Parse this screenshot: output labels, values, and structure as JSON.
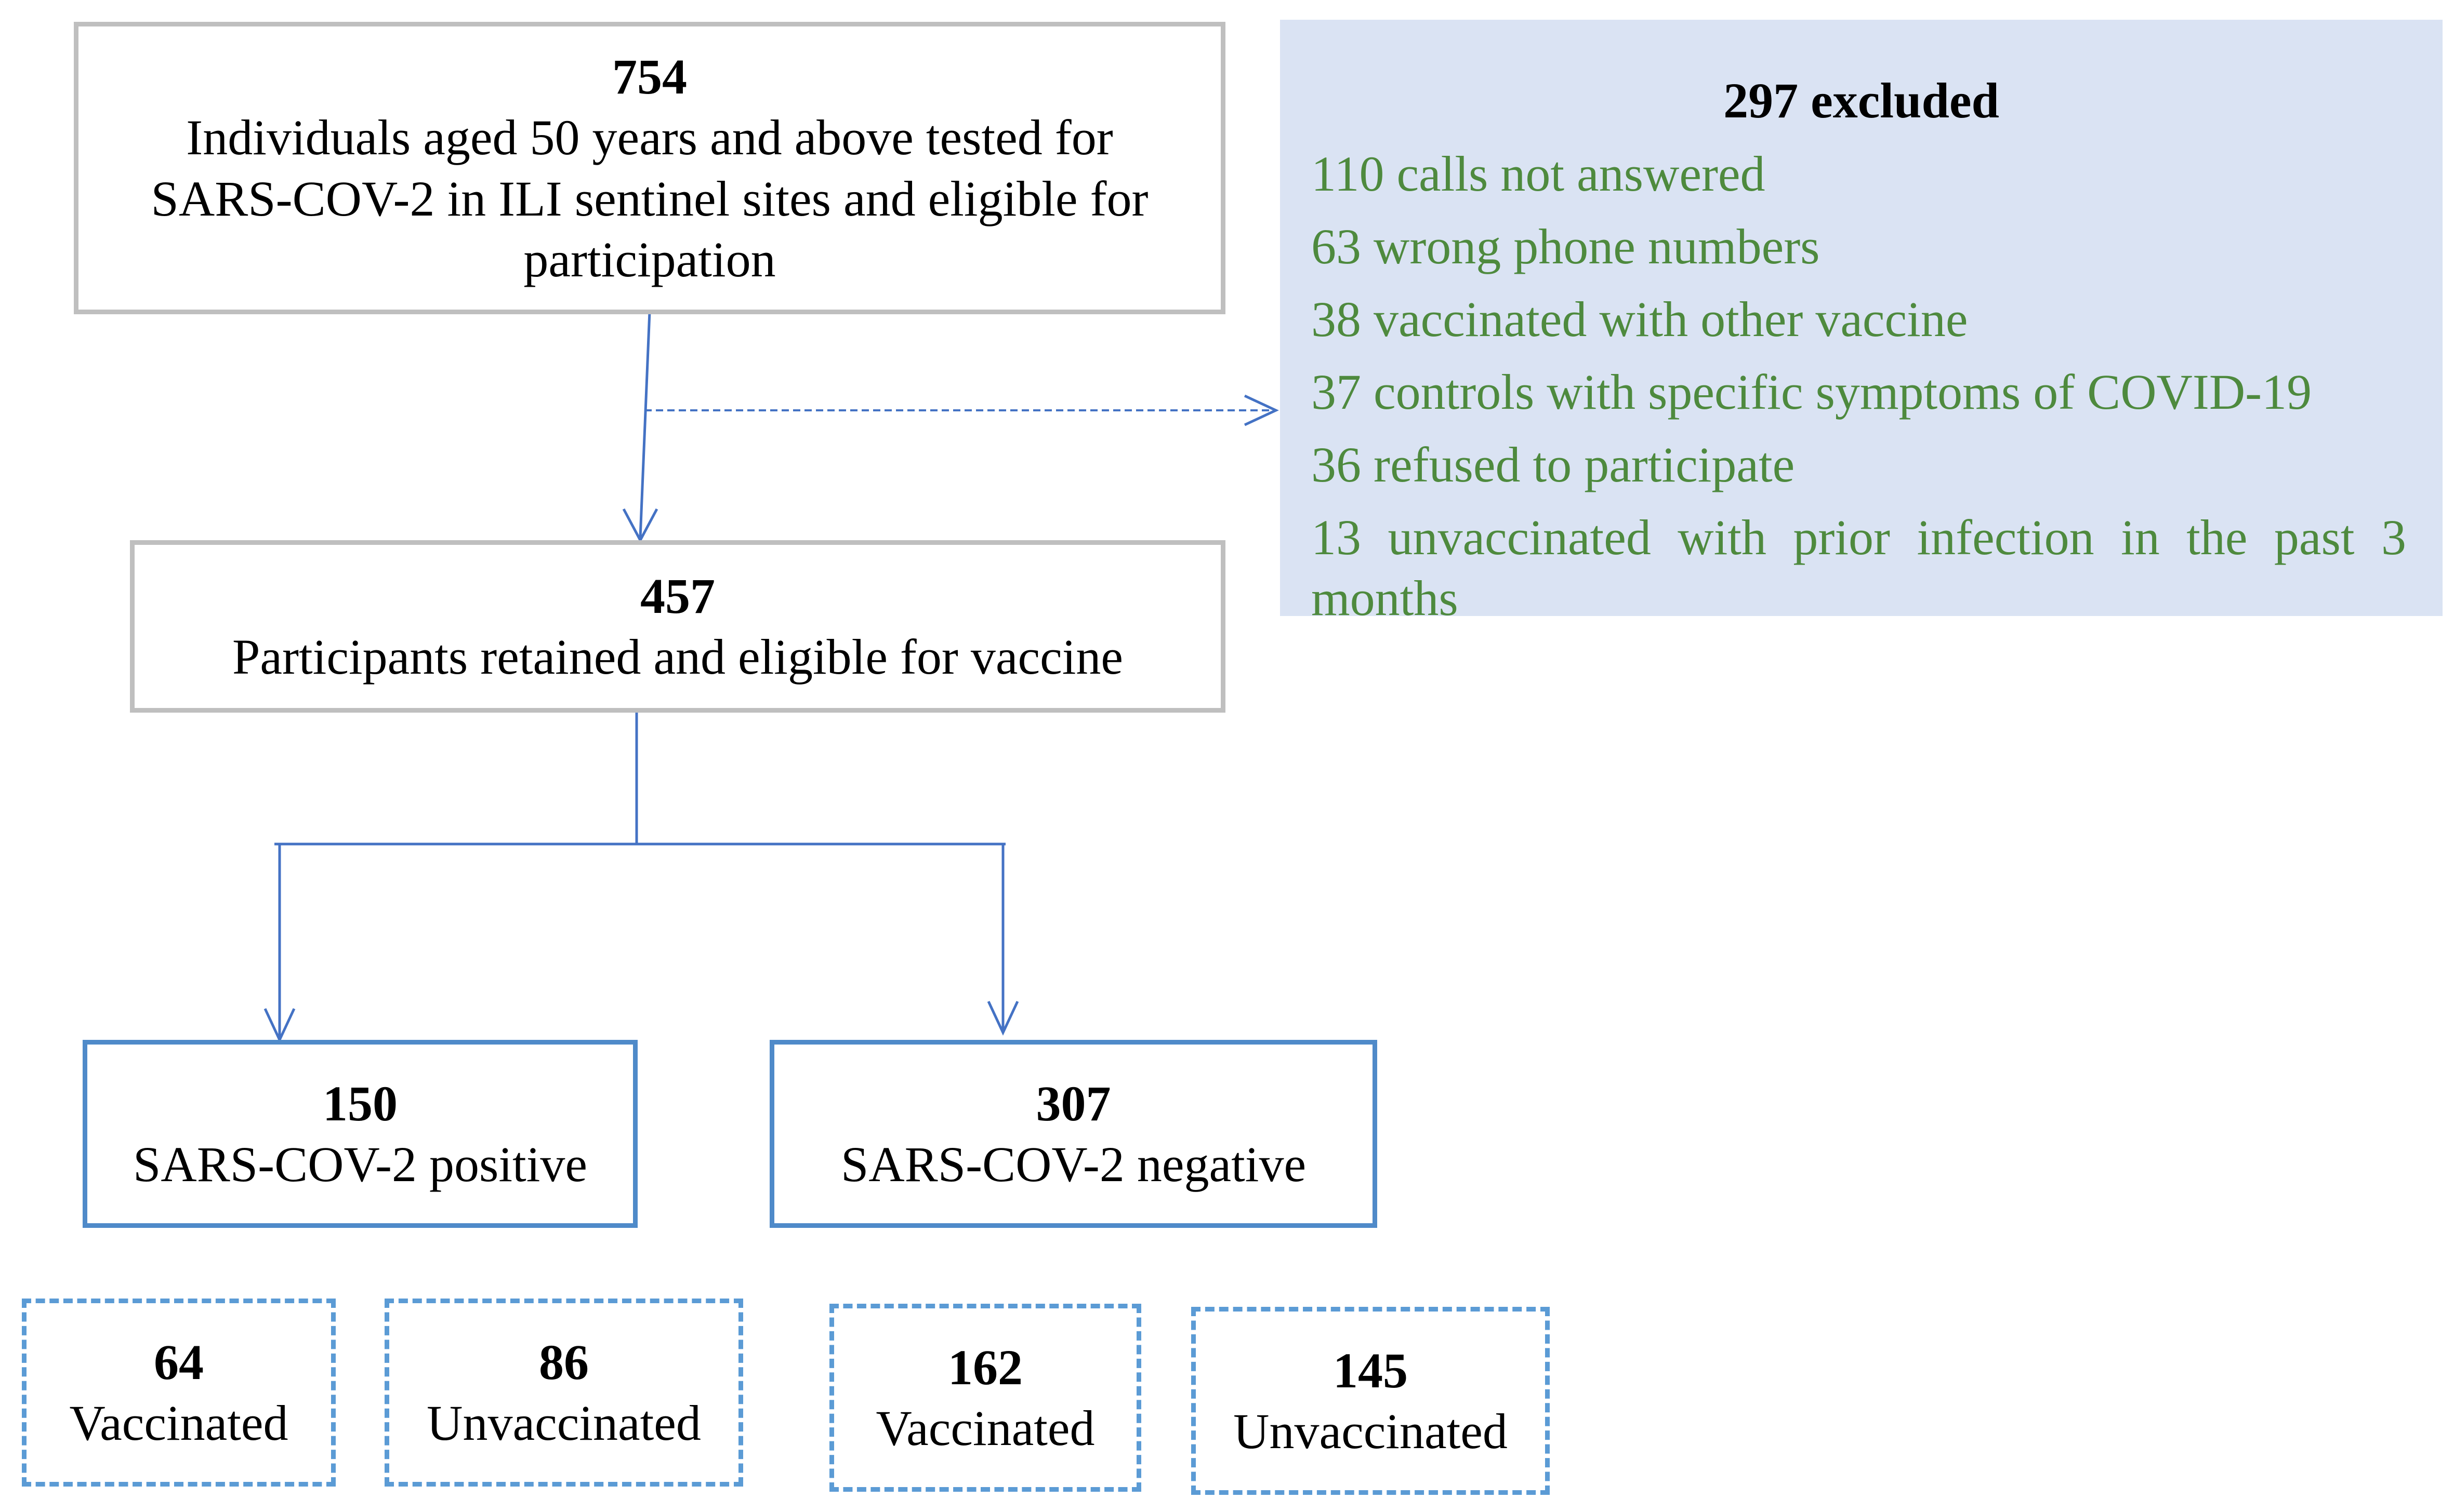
{
  "top_box": {
    "count": "754",
    "description": "Individuals aged 50 years and above tested for SARS-COV-2 in ILI sentinel sites and eligible for participation"
  },
  "excluded": {
    "title": "297 excluded",
    "items": [
      "110 calls not answered",
      "63 wrong phone numbers",
      "38 vaccinated with other vaccine",
      "37 controls with specific symptoms of COVID-19",
      "36 refused to participate",
      "13 unvaccinated with prior infection in the past 3 months"
    ]
  },
  "retained_box": {
    "count": "457",
    "description": "Participants retained and eligible for vaccine"
  },
  "positive_box": {
    "count": "150",
    "description": "SARS-COV-2 positive"
  },
  "negative_box": {
    "count": "307",
    "description": "SARS-COV-2 negative"
  },
  "subgroups": [
    {
      "count": "64",
      "label": "Vaccinated"
    },
    {
      "count": "86",
      "label": "Unvaccinated"
    },
    {
      "count": "162",
      "label": "Vaccinated"
    },
    {
      "count": "145",
      "label": "Unvaccinated"
    }
  ],
  "colors": {
    "arrow": "#4472c4",
    "excluded_bg": "#dae3f3",
    "excluded_text": "#4e8a3e"
  }
}
